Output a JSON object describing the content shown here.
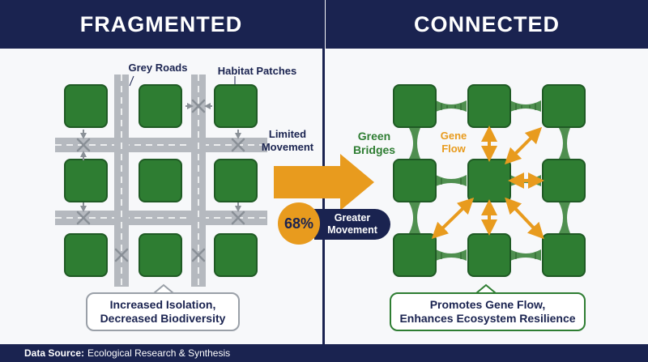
{
  "header": {
    "left_title": "FRAGMENTED",
    "right_title": "CONNECTED"
  },
  "fragmented": {
    "label_roads": "Grey Roads",
    "label_patches": "Habitat Patches",
    "label_movement_1": "Limited",
    "label_movement_2": "Movement",
    "caption_1": "Increased Isolation,",
    "caption_2": "Decreased Biodiversity"
  },
  "connected": {
    "label_bridges_1": "Green",
    "label_bridges_2": "Bridges",
    "label_flow_1": "Gene",
    "label_flow_2": "Flow",
    "caption_1": "Promotes Gene Flow,",
    "caption_2": "Enhances Ecosystem Resilience"
  },
  "stat": {
    "value": "68%",
    "label_1": "Greater",
    "label_2": "Movement"
  },
  "footer": {
    "source_label": "Data Source:",
    "source_text": "Ecological Research & Synthesis",
    "icon": "chart-box-icon"
  },
  "colors": {
    "navy": "#1a2350",
    "patch": "#2e7d32",
    "accent": "#e89b1e",
    "road": "#b5b9bf"
  }
}
